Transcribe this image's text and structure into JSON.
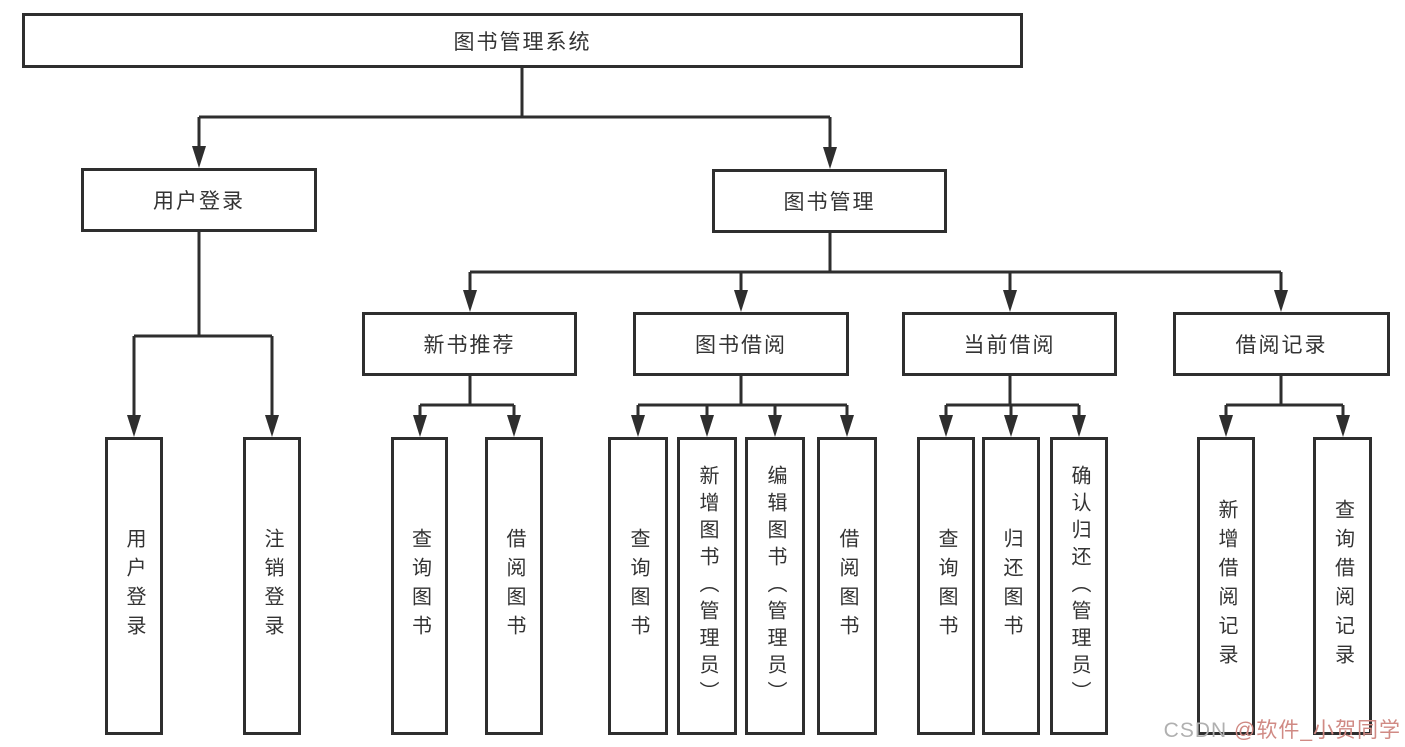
{
  "diagram_title": "图书管理系统",
  "nodes": {
    "root": "图书管理系统",
    "level2": [
      "用户登录",
      "图书管理"
    ],
    "level3": [
      "新书推荐",
      "图书借阅",
      "当前借阅",
      "借阅记录"
    ],
    "user_children": [
      "用户登录",
      "注销登录"
    ],
    "newbook_children": [
      "查询图书",
      "借阅图书"
    ],
    "borrow_children": [
      "查询图书",
      "新增图书（管理员）",
      "编辑图书（管理员）",
      "借阅图书"
    ],
    "current_children": [
      "查询图书",
      "归还图书",
      "确认归还（管理员）"
    ],
    "record_children": [
      "新增借阅记录",
      "查询借阅记录"
    ]
  },
  "watermark": {
    "prefix": "CSDN ",
    "handle": "@软件_小贺同学"
  },
  "colors": {
    "line": "#2e2e2e",
    "text": "#333333",
    "background": "#ffffff",
    "watermark_gray": "#b0b0b0",
    "watermark_red": "#d08a84"
  }
}
